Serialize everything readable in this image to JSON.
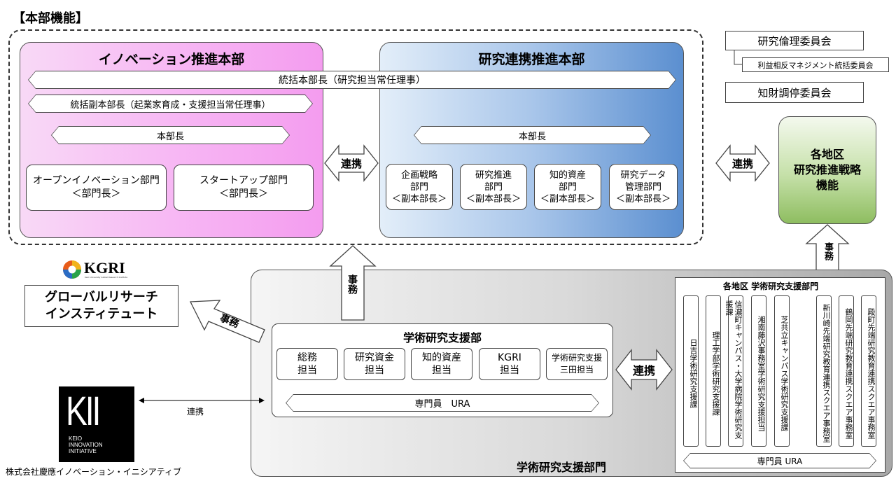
{
  "section_title": "【本部機能】",
  "innovation": {
    "title": "イノベーション推進本部",
    "shared_head": "統括本部長（研究担当常任理事）",
    "deputy": "統括副本部長（起業家育成・支援担当常任理事）",
    "head": "本部長",
    "depts": [
      {
        "line1": "オープンイノベーション部門",
        "line2": "＜部門長＞"
      },
      {
        "line1": "スタートアップ部門",
        "line2": "＜部門長＞"
      }
    ]
  },
  "research": {
    "title": "研究連携推進本部",
    "head": "本部長",
    "depts": [
      {
        "line1": "企画戦略",
        "line2": "部門",
        "line3": "＜副本部長＞"
      },
      {
        "line1": "研究推進",
        "line2": "部門",
        "line3": "＜副本部長＞"
      },
      {
        "line1": "知的資産",
        "line2": "部門",
        "line3": "＜副本部長＞"
      },
      {
        "line1": "研究データ",
        "line2": "管理部門",
        "line3": "＜副本部長＞"
      }
    ]
  },
  "link_label": "連携",
  "committees": {
    "ethics": "研究倫理委員会",
    "coi": "利益相反マネジメント統括委員会",
    "ip": "知財調停委員会"
  },
  "regional_strategy": {
    "line1": "各地区",
    "line2": "研究推進戦略",
    "line3": "機能"
  },
  "jimu": "事務",
  "kgri": {
    "logo_text": "KGRI",
    "logo_sub": "Keio University Global Research Institute",
    "name_line1": "グローバルリサーチ",
    "name_line2": "インスティテュート"
  },
  "support": {
    "dept_label": "学術研究支援部門",
    "main_title": "学術研究支援部",
    "units": [
      {
        "line1": "総務",
        "line2": "担当"
      },
      {
        "line1": "研究資金",
        "line2": "担当"
      },
      {
        "line1": "知的資産",
        "line2": "担当"
      },
      {
        "line1": "KGRI",
        "line2": "担当"
      },
      {
        "line1": "学術研究支援",
        "line2": "三田担当"
      }
    ],
    "staff": "専門員　URA"
  },
  "regional": {
    "title": "各地区  学術研究支援部門",
    "columns": [
      "日吉学術研究支援課",
      "理工学部学術研究支援課",
      "信濃町キャンパス・大学病院学術研究支援課",
      "湘南藤沢事務室学術研究支援担当",
      "芝共立キャンパス学術研究支援課",
      "新川崎先端研究教育連携スクエア事務室",
      "鶴岡先端研究教育連携スクエア事務室",
      "殿町先端研究教育連携スクエア事務室"
    ],
    "staff": "専門員  URA"
  },
  "kii": {
    "logo": "KII",
    "logo_sub_1": "KEIO",
    "logo_sub_2": "INNOVATION",
    "logo_sub_3": "INITIATIVE",
    "company": "株式会社慶應イノベーション・イニシアティブ"
  },
  "colors": {
    "innovation_panel": "#f59ef0",
    "research_panel": "#5b8fd0",
    "regional_panel": "#8ebd60",
    "support_panel": "#bdbdbd"
  }
}
